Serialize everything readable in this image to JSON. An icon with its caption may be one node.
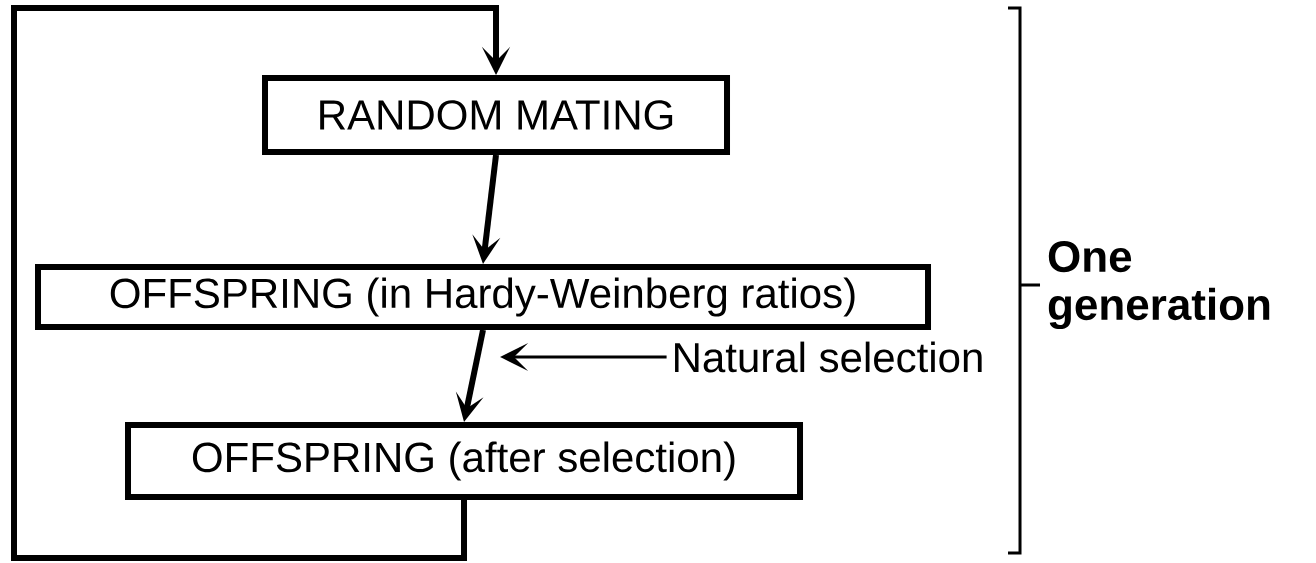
{
  "diagram": {
    "nodes": [
      {
        "text": [
          "RANDOM MATING"
        ]
      },
      {
        "text": [
          "OFFSPRING (in Hardy-Weinberg ratios)"
        ]
      },
      {
        "text": [
          "OFFSPRING (after selection)"
        ]
      },
      {
        "text": [
          "Natural selection"
        ]
      }
    ],
    "edges": [
      {
        "from": 0,
        "to": 1,
        "arrow": "to"
      },
      {
        "from": 1,
        "to": 2,
        "arrow": "to"
      },
      {
        "from": 2,
        "to": 0,
        "arrow": "to"
      },
      {
        "from": 3,
        "to": null,
        "arrow": "to"
      }
    ],
    "labels": [
      "One generation"
    ]
  }
}
